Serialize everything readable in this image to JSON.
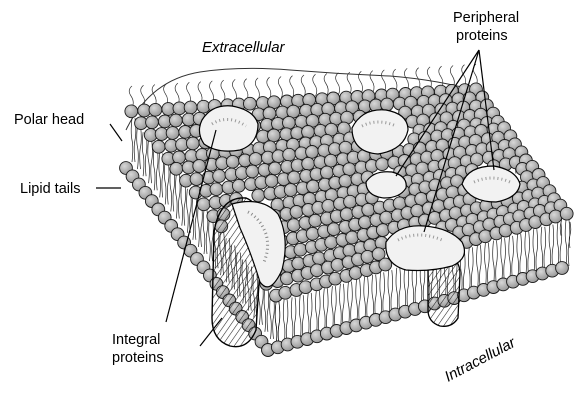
{
  "diagram": {
    "labels": {
      "extracellular": "Extracellular",
      "intracellular": "Intracellular",
      "polar_head": "Polar head",
      "lipid_tails": "Lipid tails",
      "integral_line1": "Integral",
      "integral_line2": "proteins",
      "peripheral_line1": "Peripheral",
      "peripheral_line2": "proteins"
    },
    "colors": {
      "head_fill": "#a9a9a9",
      "head_stroke": "#1a1a1a",
      "protein_fill": "#f2f2f2",
      "ink": "#000000"
    }
  }
}
